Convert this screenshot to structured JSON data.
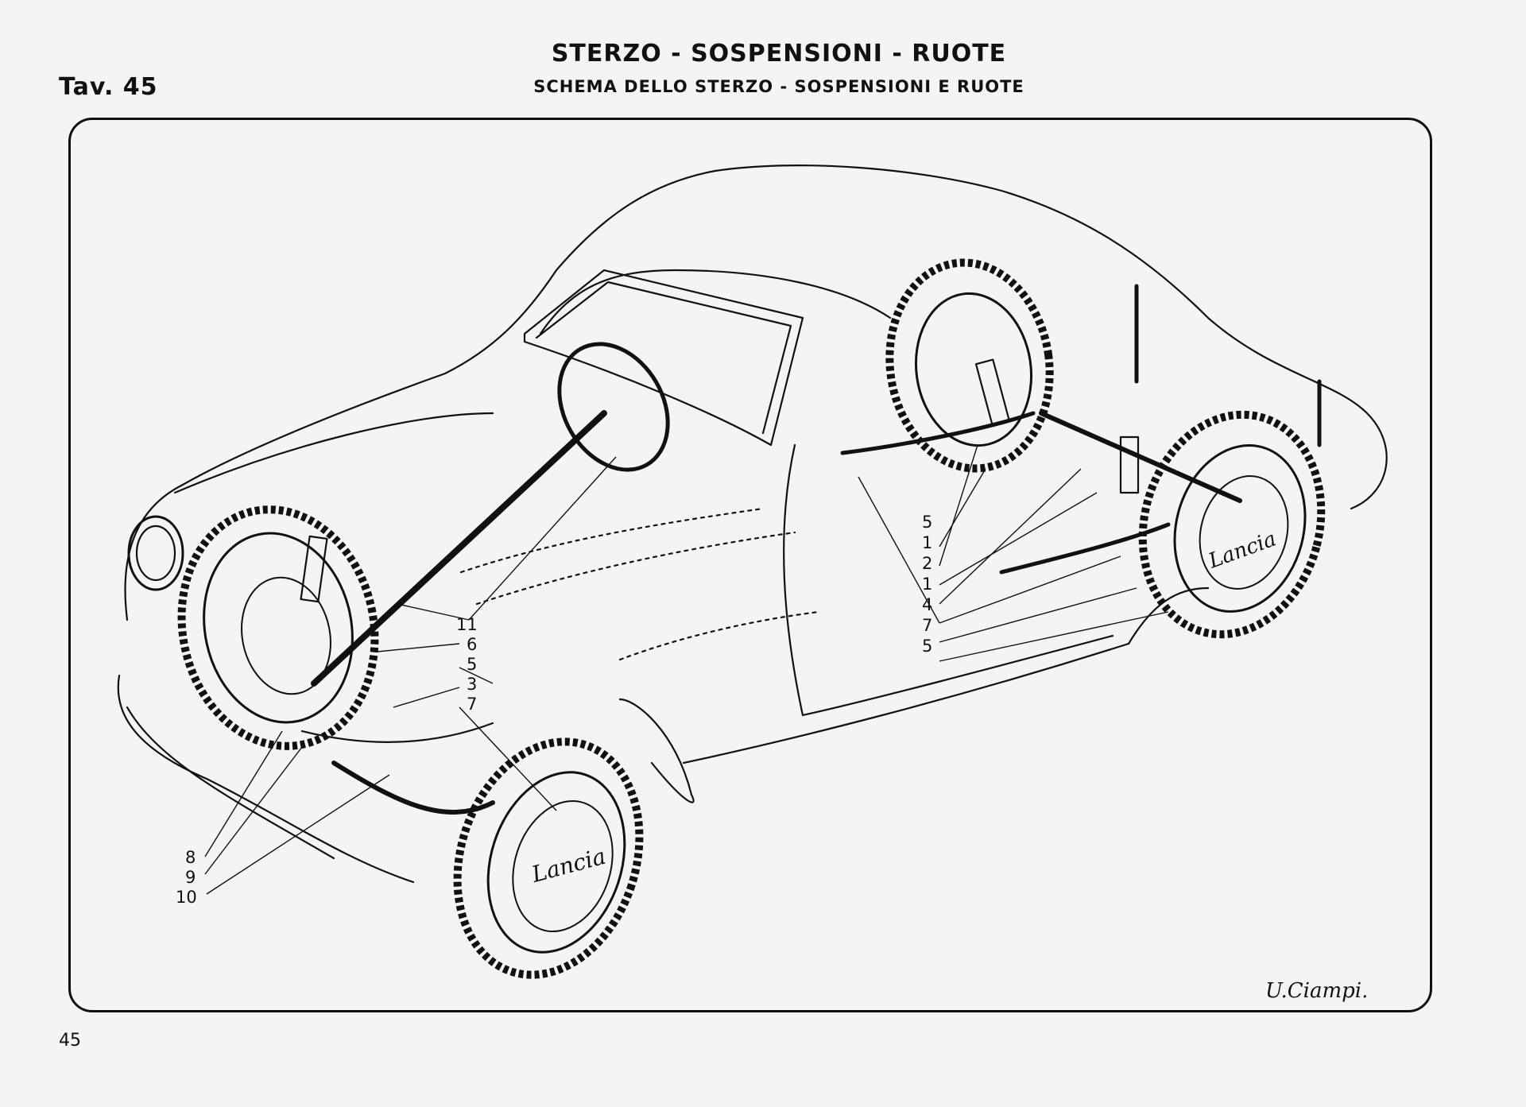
{
  "header": {
    "plate": "Tav. 45",
    "title": "STERZO - SOSPENSIONI - RUOTE",
    "subtitle": "SCHEMA DELLO STERZO - SOSPENSIONI E RUOTE"
  },
  "callouts": {
    "front": [
      "11",
      "6",
      "5",
      "3",
      "7"
    ],
    "front_lower": [
      "8",
      "9",
      "10"
    ],
    "rear": [
      "5",
      "1",
      "2",
      "1",
      "4",
      "7",
      "5"
    ]
  },
  "hubcap_logo": "Lancia",
  "signature": "U.Ciampi.",
  "page_number": "45",
  "colors": {
    "ink": "#111111",
    "paper": "#f4f4f2"
  }
}
